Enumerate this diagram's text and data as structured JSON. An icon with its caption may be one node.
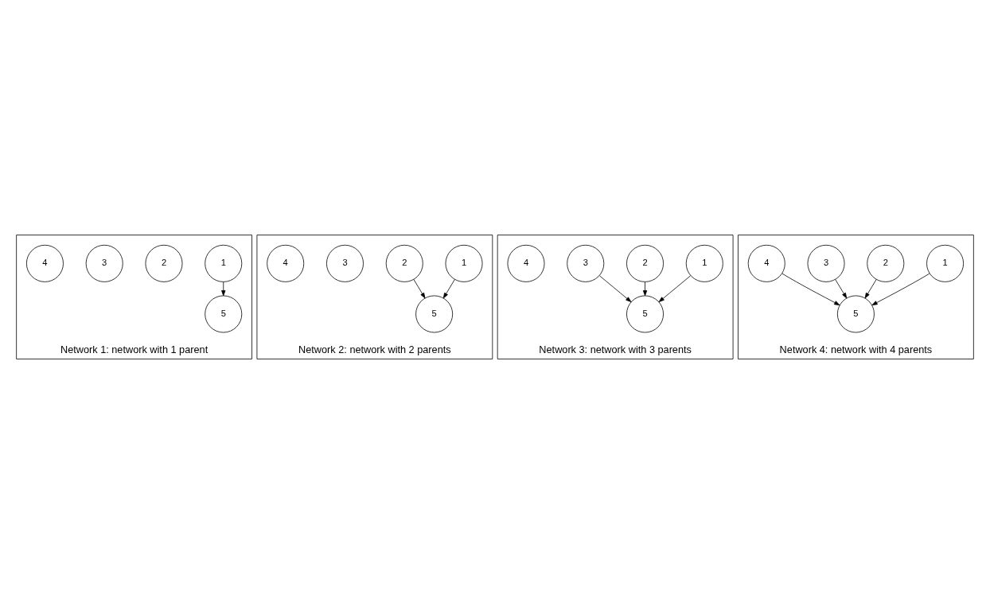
{
  "diagram": {
    "nodes": [
      {
        "text": [
          "Network 1: network with 1 parent"
        ]
      },
      {
        "text": [
          "1"
        ],
        "in": 0
      },
      {
        "text": [
          "2"
        ],
        "in": 0
      },
      {
        "text": [
          "5"
        ],
        "in": 0
      },
      {
        "text": [
          "3"
        ],
        "in": 0
      },
      {
        "text": [
          "4"
        ],
        "in": 0
      },
      {
        "text": [
          "Network 2: network with 2 parents"
        ]
      },
      {
        "text": [
          "1"
        ],
        "in": 6
      },
      {
        "text": [
          "2"
        ],
        "in": 6
      },
      {
        "text": [
          "5"
        ],
        "in": 6
      },
      {
        "text": [
          "3"
        ],
        "in": 6
      },
      {
        "text": [
          "4"
        ],
        "in": 6
      },
      {
        "text": [
          "Network 3: network with 3 parents"
        ]
      },
      {
        "text": [
          "1"
        ],
        "in": 12
      },
      {
        "text": [
          "2"
        ],
        "in": 12
      },
      {
        "text": [
          "5"
        ],
        "in": 12
      },
      {
        "text": [
          "3"
        ],
        "in": 12
      },
      {
        "text": [
          "4"
        ],
        "in": 12
      },
      {
        "text": [
          "Network 4: network with 4 parents"
        ]
      },
      {
        "text": [
          "1"
        ],
        "in": 18
      },
      {
        "text": [
          "2"
        ],
        "in": 18
      },
      {
        "text": [
          "5"
        ],
        "in": 18
      },
      {
        "text": [
          "3"
        ],
        "in": 18
      },
      {
        "text": [
          "4"
        ],
        "in": 18
      }
    ],
    "edges": [
      {
        "from": 1,
        "to": 3,
        "arrow": "to"
      },
      {
        "from": 7,
        "to": 9,
        "arrow": "to"
      },
      {
        "from": 8,
        "to": 9,
        "arrow": "to"
      },
      {
        "from": 13,
        "to": 15,
        "arrow": "to"
      },
      {
        "from": 14,
        "to": 15,
        "arrow": "to"
      },
      {
        "from": 16,
        "to": 15,
        "arrow": "to"
      },
      {
        "from": 19,
        "to": 21,
        "arrow": "to"
      },
      {
        "from": 20,
        "to": 21,
        "arrow": "to"
      },
      {
        "from": 22,
        "to": 21,
        "arrow": "to"
      },
      {
        "from": 23,
        "to": 21,
        "arrow": "to"
      }
    ]
  }
}
